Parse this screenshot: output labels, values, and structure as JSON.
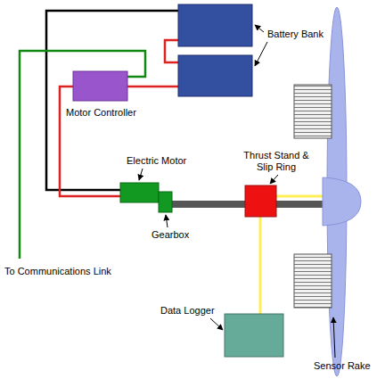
{
  "diagram": {
    "labels": [
      "Battery Bank",
      "Motor Controller",
      "Electric Motor",
      "Gearbox",
      "Thrust Stand & Slip Ring",
      "To Communications Link",
      "Data Logger",
      "Sensor Rake"
    ]
  }
}
